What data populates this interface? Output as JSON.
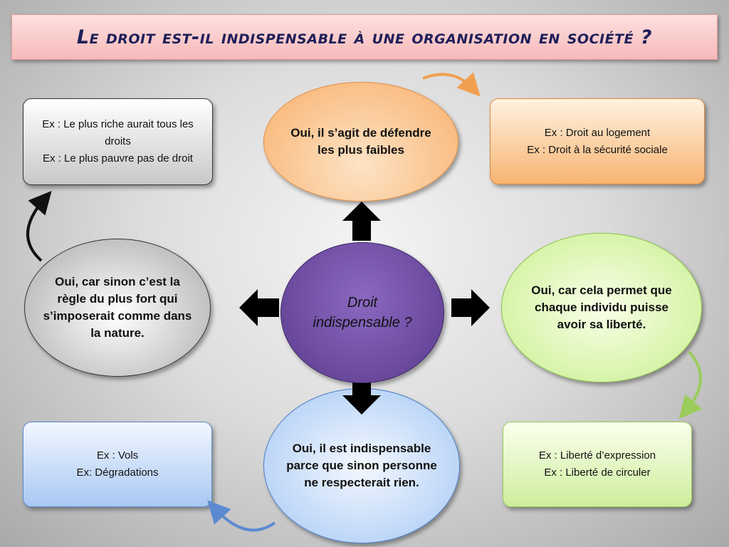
{
  "title": "Le droit est-il indispensable à une organisation en société ?",
  "center": {
    "label": "Droit indispensable ?"
  },
  "branches": {
    "top": "Oui, il s’agit  de défendre les plus faibles",
    "left": "Oui, car sinon c’est la règle du plus fort qui s’imposerait comme dans la nature.",
    "right": "Oui, car cela permet que chaque individu puisse avoir sa liberté.",
    "bottom": "Oui, il est indispensable parce que sinon personne ne respecterait rien."
  },
  "examples": {
    "top_left": [
      "Ex : Le plus riche aurait tous les droits",
      "Ex : Le plus pauvre pas de droit"
    ],
    "top_right": [
      "Ex : Droit au logement",
      "Ex : Droit à la sécurité sociale"
    ],
    "bottom_left": [
      "Ex : Vols",
      "Ex: Dégradations"
    ],
    "bottom_right": [
      "Ex :  Liberté d’expression",
      "Ex : Liberté de circuler"
    ]
  },
  "colors": {
    "title_text": "#1f1f5a",
    "center_fill": "#6b4aa0",
    "top_accent": "#f8b06d",
    "right_accent": "#c8ef8f",
    "bottom_accent": "#a6c8f4",
    "left_accent": "#a8a8a8",
    "arrow_orange": "#f0a050",
    "arrow_green": "#9ccc5c",
    "arrow_blue": "#5b8ad0",
    "arrow_black": "#111111"
  }
}
